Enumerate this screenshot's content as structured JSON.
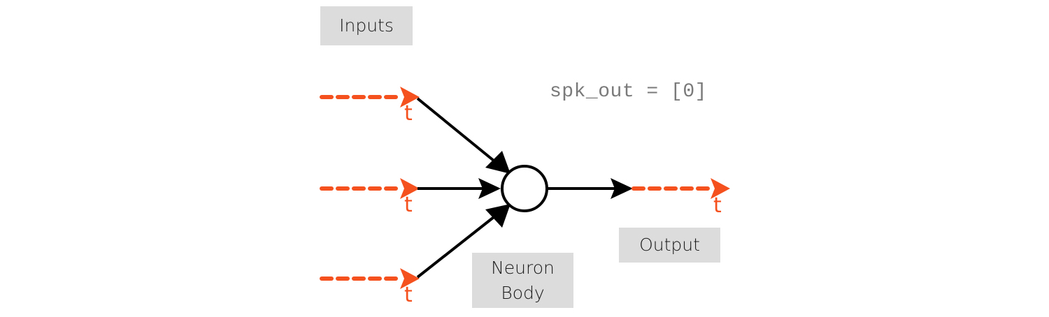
{
  "labels": {
    "inputs": "Inputs",
    "output": "Output",
    "neuron_body_line1": "Neuron",
    "neuron_body_line2": "Body"
  },
  "code": "spk_out = [0]",
  "time_symbol": "t",
  "colors": {
    "spike_train": "#f4511e",
    "connection": "#000000",
    "label_box": "#dcdcdc",
    "code_text": "#7a7a7a"
  }
}
